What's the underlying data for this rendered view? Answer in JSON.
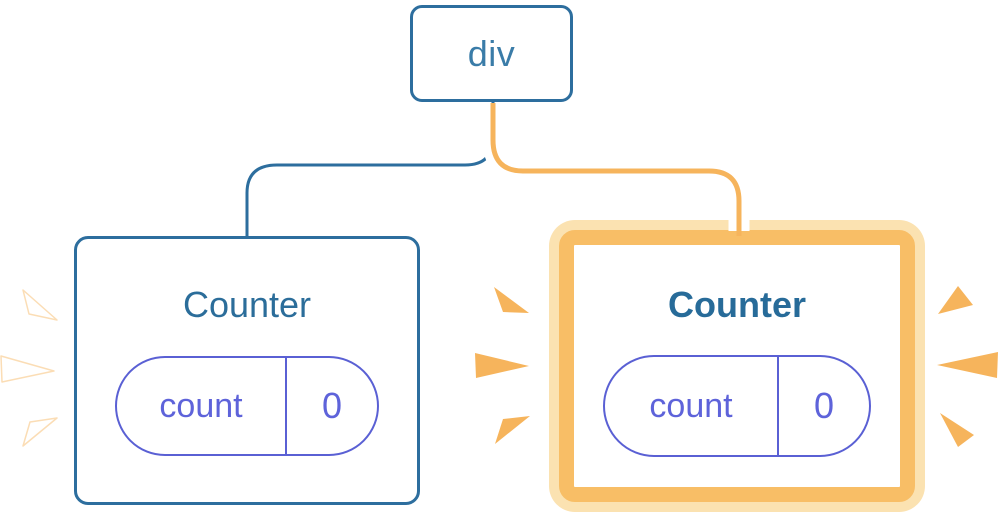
{
  "diagram_title": "component tree with preserved and reset state",
  "colors": {
    "blue": "#2D6E9E",
    "blue_text": "#3A7CA8",
    "counter_text": "#2B6D9A",
    "indigo": "#5A60D4",
    "indigo_text": "#5E63DA",
    "orange": "#F6B45C",
    "orange_ring": "#F8BE66",
    "orange_glow": "#FBE2B1",
    "white": "#FFFFFF",
    "sparkle_white": "#FFFFFF",
    "sparkle_white_edge": "rgba(246,180,92,0.45)"
  },
  "tree": {
    "root": {
      "label": "div"
    },
    "children": [
      {
        "label": "Counter",
        "highlighted": false,
        "state": [
          {
            "name": "count",
            "value": "0"
          }
        ]
      },
      {
        "label": "Counter",
        "highlighted": true,
        "state": [
          {
            "name": "count",
            "value": "0"
          }
        ]
      }
    ]
  }
}
